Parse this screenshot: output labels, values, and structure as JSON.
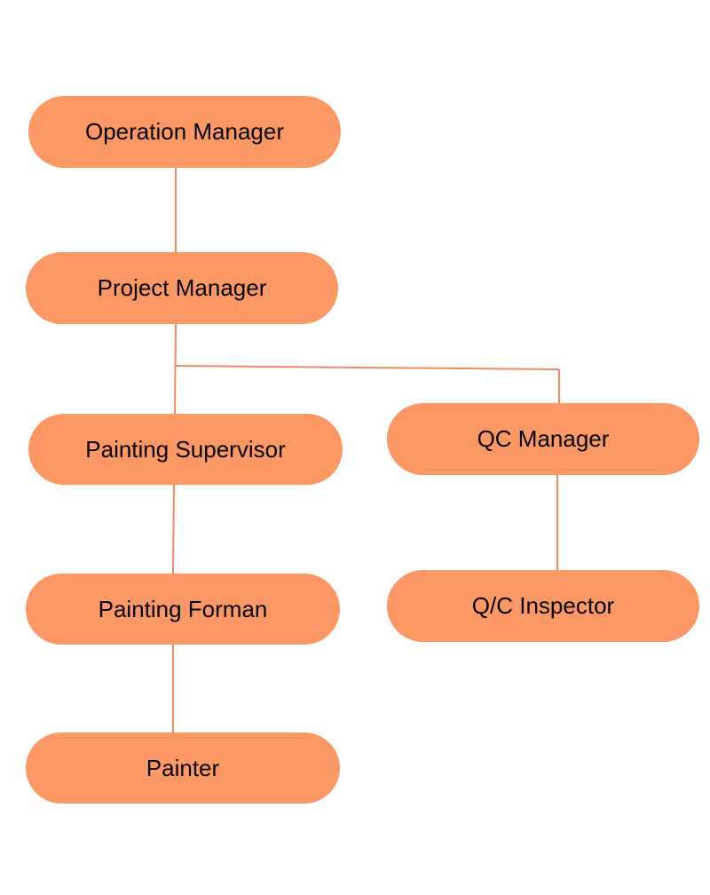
{
  "colors": {
    "node_fill": "#fb9866",
    "connector": "#f28a5c",
    "text": "#000000"
  },
  "nodes": {
    "operation_manager": "Operation Manager",
    "project_manager": "Project Manager",
    "painting_supervisor": "Painting Supervisor",
    "qc_manager": "QC Manager",
    "painting_forman": "Painting Forman",
    "qc_inspector": "Q/C Inspector",
    "painter": "Painter"
  }
}
